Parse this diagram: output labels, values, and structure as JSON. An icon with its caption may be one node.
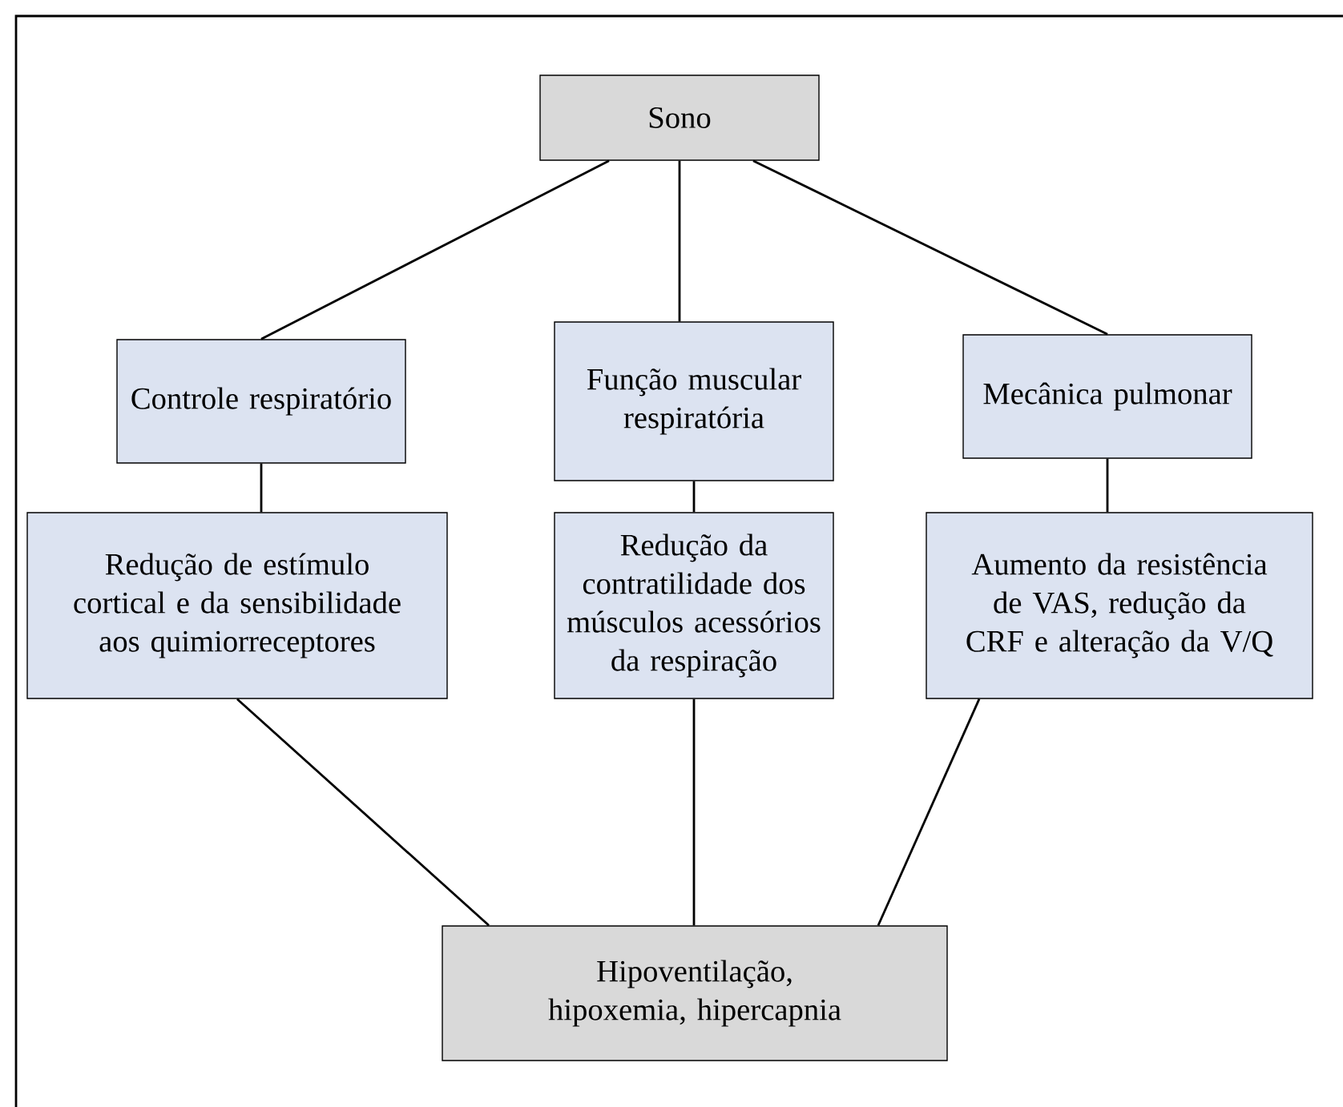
{
  "diagram": {
    "nodes": [
      {
        "text": [
          "Sono"
        ]
      },
      {
        "text": [
          "Controle respiratório"
        ]
      },
      {
        "text": [
          "Função muscular respiratória"
        ]
      },
      {
        "text": [
          "Mecânica pulmonar"
        ]
      },
      {
        "text": [
          "Redução de estímulo cortical e da sensibilidade aos quimiorreceptores"
        ]
      },
      {
        "text": [
          "Redução da contratilidade dos músculos acessórios da respiração"
        ]
      },
      {
        "text": [
          "Aumento da resistência de VAS, redução da CRF e alteração da V/Q"
        ]
      },
      {
        "text": [
          "Hipoventilação, hipoxemia, hipercapnia"
        ]
      }
    ],
    "edges": [
      {
        "from": 0,
        "to": 1,
        "arrow": "none"
      },
      {
        "from": 0,
        "to": 2,
        "arrow": "none"
      },
      {
        "from": 0,
        "to": 3,
        "arrow": "none"
      },
      {
        "from": 1,
        "to": 4,
        "arrow": "none"
      },
      {
        "from": 2,
        "to": 5,
        "arrow": "none"
      },
      {
        "from": 3,
        "to": 6,
        "arrow": "none"
      },
      {
        "from": 4,
        "to": 7,
        "arrow": "none"
      },
      {
        "from": 5,
        "to": 7,
        "arrow": "none"
      },
      {
        "from": 6,
        "to": 7,
        "arrow": "none"
      }
    ]
  }
}
